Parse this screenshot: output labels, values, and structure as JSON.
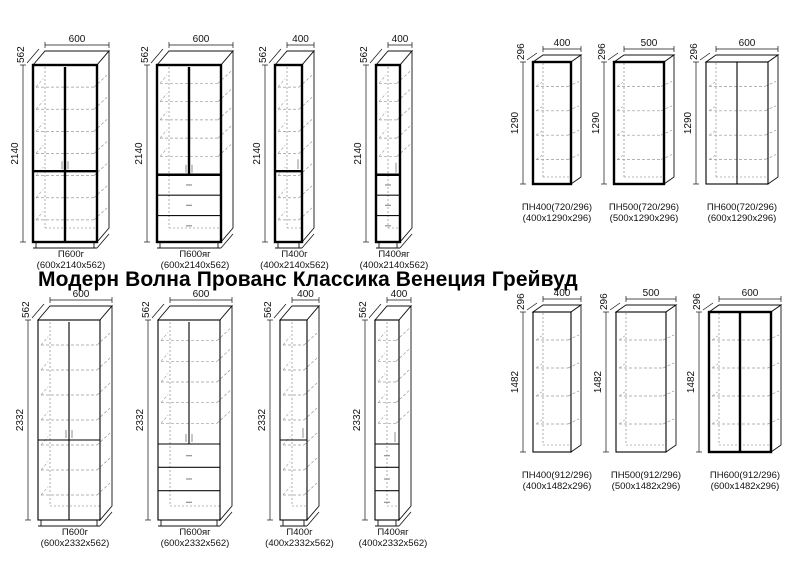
{
  "heading": "Модерн Волна Прованс Классика Венеция Грейвуд",
  "colors": {
    "line": "#111111",
    "shelf": "#9a9a9a",
    "thick": "#000000"
  },
  "cabinets": [
    {
      "id": "p600g-a",
      "kind": "tall",
      "doors": 2,
      "drawers": 0,
      "dark": true,
      "w": "600",
      "d": "562",
      "h": "2140",
      "cap1": "П600г",
      "cap2": "(600x2140x562)"
    },
    {
      "id": "p600yag-a",
      "kind": "tall",
      "doors": 2,
      "drawers": 3,
      "dark": true,
      "w": "600",
      "d": "562",
      "h": "2140",
      "cap1": "П600яг",
      "cap2": "(600x2140x562)"
    },
    {
      "id": "p400g-a",
      "kind": "tall",
      "doors": 1,
      "drawers": 0,
      "dark": true,
      "w": "400",
      "d": "562",
      "h": "2140",
      "cap1": "П400г",
      "cap2": "(400x2140x562)"
    },
    {
      "id": "p400yag-a",
      "kind": "tall",
      "doors": 1,
      "drawers": 3,
      "dark": true,
      "w": "400",
      "d": "562",
      "h": "2140",
      "cap1": "П400яг",
      "cap2": "(400x2140x562)"
    },
    {
      "id": "pn400-a",
      "kind": "wall",
      "doors": 1,
      "drawers": 0,
      "dark": true,
      "w": "400",
      "d": "296",
      "h": "1290",
      "cap1": "ПН400(720/296)",
      "cap2": "(400x1290x296)"
    },
    {
      "id": "pn500-a",
      "kind": "wall",
      "doors": 1,
      "drawers": 0,
      "dark": true,
      "w": "500",
      "d": "296",
      "h": "1290",
      "cap1": "ПН500(720/296)",
      "cap2": "(500x1290x296)"
    },
    {
      "id": "pn600-a",
      "kind": "wall",
      "doors": 2,
      "drawers": 0,
      "dark": false,
      "w": "600",
      "d": "296",
      "h": "1290",
      "cap1": "ПН600(720/296)",
      "cap2": "(600x1290x296)"
    },
    {
      "id": "p600g-b",
      "kind": "tall",
      "doors": 2,
      "drawers": 0,
      "dark": false,
      "w": "600",
      "d": "562",
      "h": "2332",
      "cap1": "П600г",
      "cap2": "(600x2332x562)"
    },
    {
      "id": "p600yag-b",
      "kind": "tall",
      "doors": 2,
      "drawers": 3,
      "dark": false,
      "w": "600",
      "d": "562",
      "h": "2332",
      "cap1": "П600яг",
      "cap2": "(600x2332x562)"
    },
    {
      "id": "p400g-b",
      "kind": "tall",
      "doors": 1,
      "drawers": 0,
      "dark": false,
      "w": "400",
      "d": "562",
      "h": "2332",
      "cap1": "П400г",
      "cap2": "(400x2332x562)"
    },
    {
      "id": "p400yag-b",
      "kind": "tall",
      "doors": 1,
      "drawers": 3,
      "dark": false,
      "w": "400",
      "d": "562",
      "h": "2332",
      "cap1": "П400яг",
      "cap2": "(400x2332x562)"
    },
    {
      "id": "pn400-b",
      "kind": "wall",
      "doors": 1,
      "drawers": 0,
      "dark": false,
      "w": "400",
      "d": "296",
      "h": "1482",
      "cap1": "ПН400(912/296)",
      "cap2": "(400x1482x296)"
    },
    {
      "id": "pn500-b",
      "kind": "wall",
      "doors": 1,
      "drawers": 0,
      "dark": false,
      "w": "500",
      "d": "296",
      "h": "1482",
      "cap1": "ПН500(912/296)",
      "cap2": "(500x1482x296)"
    },
    {
      "id": "pn600-b",
      "kind": "wall",
      "doors": 2,
      "drawers": 0,
      "dark": true,
      "w": "600",
      "d": "296",
      "h": "1482",
      "cap1": "ПН600(912/296)",
      "cap2": "(600x1482x296)"
    }
  ]
}
